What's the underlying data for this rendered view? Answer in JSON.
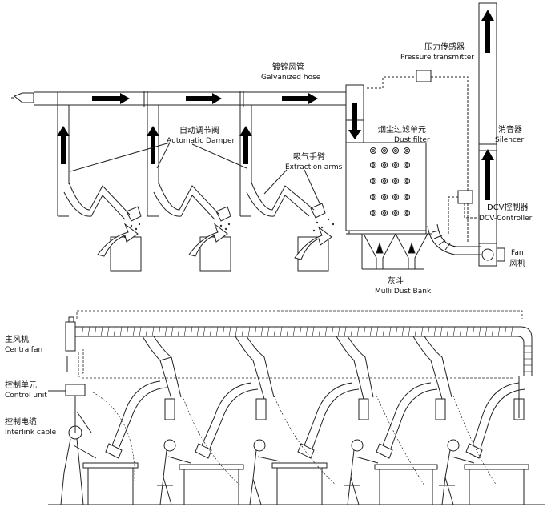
{
  "top_diagram": {
    "labels": {
      "galvanized_hose_zh": "镀锌风管",
      "galvanized_hose_en": "Galvanized hose",
      "pressure_transmitter_zh": "压力传感器",
      "pressure_transmitter_en": "Pressure transmitter",
      "automatic_damper_zh": "自动调节阀",
      "automatic_damper_en": "Automatic Damper",
      "dust_filter_zh": "烟尘过滤单元",
      "dust_filter_en": "Dust filter",
      "silencer_zh": "消音器",
      "silencer_en": "Silencer",
      "extraction_arms_zh": "吸气手臂",
      "extraction_arms_en": "Extraction arms",
      "dcv_controller_zh": "DCV控制器",
      "dcv_controller_en": "DCV-Controller",
      "fan_en": "Fan",
      "fan_zh": "风机",
      "dust_bank_zh": "灰斗",
      "dust_bank_en": "Mulli Dust Bank"
    }
  },
  "bottom_diagram": {
    "labels": {
      "central_fan_zh": "主风机",
      "central_fan_en": "Centralfan",
      "control_unit_zh": "控制单元",
      "control_unit_en": "Control unit",
      "interlink_cable_zh": "控制电缆",
      "interlink_cable_en": "Interlink cable"
    }
  },
  "colors": {
    "line": "#222222",
    "arrow": "#000000",
    "background": "#ffffff"
  }
}
